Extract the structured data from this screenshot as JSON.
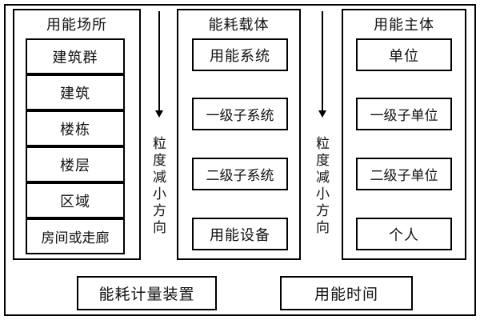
{
  "diagram": {
    "title_text": "",
    "columns": [
      {
        "id": "energy-use-place",
        "title": "用能场所",
        "nodes": [
          {
            "label": "建筑群"
          },
          {
            "label": "建筑"
          },
          {
            "label": "楼栋"
          },
          {
            "label": "楼层"
          },
          {
            "label": "区域"
          },
          {
            "label": "房间或走廊"
          }
        ]
      },
      {
        "id": "energy-consumption-carrier",
        "title": "能耗载体",
        "nodes": [
          {
            "label": "用能系统"
          },
          {
            "label": "一级子系统"
          },
          {
            "label": "二级子系统"
          },
          {
            "label": "用能设备"
          }
        ]
      },
      {
        "id": "energy-use-subject",
        "title": "用能主体",
        "nodes": [
          {
            "label": "单位"
          },
          {
            "label": "一级子单位"
          },
          {
            "label": "二级子单位"
          },
          {
            "label": "个人"
          }
        ]
      }
    ],
    "arrows": [
      {
        "id": "granularity-arrow-1",
        "icon": "down-arrow-icon",
        "caption": "粒度减小方向"
      },
      {
        "id": "granularity-arrow-2",
        "icon": "down-arrow-icon",
        "caption": "粒度减小方向"
      }
    ],
    "bottom_nodes": [
      {
        "id": "metering-device",
        "label": "能耗计量装置"
      },
      {
        "id": "energy-use-time",
        "label": "用能时间"
      }
    ],
    "colors": {
      "stroke": "#000000",
      "background": "#ffffff",
      "text": "#111111"
    }
  }
}
